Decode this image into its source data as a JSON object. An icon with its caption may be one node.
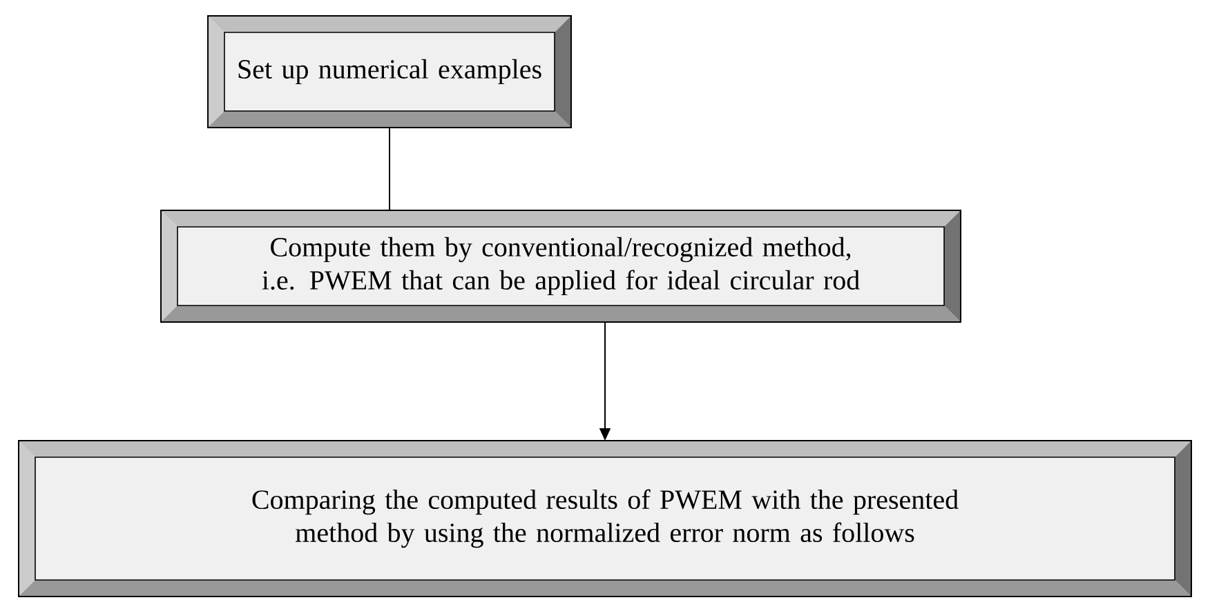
{
  "diagram": {
    "nodes": [
      {
        "text": [
          "Set up numerical examples"
        ]
      },
      {
        "text": [
          "Compute them by conventional/recognized method, i.e. PWEM that can be applied for ideal circular rod"
        ]
      },
      {
        "text": [
          "Comparing the computed results of PWEM with the presented method by using the normalized error norm as follows"
        ]
      }
    ],
    "edges": [
      {
        "from": 0,
        "to": 1,
        "arrow": "none"
      },
      {
        "from": 1,
        "to": 2,
        "arrow": "to"
      }
    ]
  }
}
